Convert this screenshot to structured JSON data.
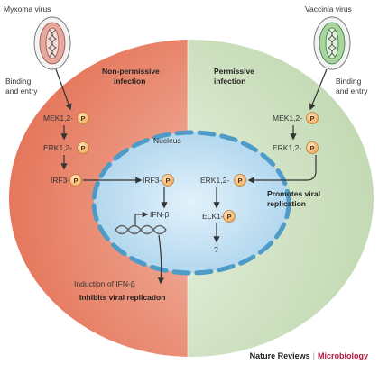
{
  "left": {
    "virus_name": "Myxoma virus",
    "entry_line1": "Binding",
    "entry_line2": "and entry",
    "infection_line1": "Non-permissive",
    "infection_line2": "infection",
    "mek": "MEK1,2-",
    "erk": "ERK1,2-",
    "irf3": "IRF3-",
    "induction": "Induction of IFN-β",
    "inhibits": "Inhibits viral replication"
  },
  "right": {
    "virus_name": "Vaccinia virus",
    "entry_line1": "Binding",
    "entry_line2": "and entry",
    "infection_line1": "Permissive",
    "infection_line2": "infection",
    "mek": "MEK1,2-",
    "erk": "ERK1,2-",
    "promotes_line1": "Promotes viral",
    "promotes_line2": "replication"
  },
  "nucleus": {
    "label": "Nucleus",
    "irf3": "IRF3-",
    "ifn": "IFN-β",
    "erk": "ERK1,2-",
    "elk": "ELK1-",
    "unknown": "?"
  },
  "phospho": "P",
  "footer": {
    "publisher": "Nature Reviews",
    "separator": "|",
    "journal": "Microbiology"
  },
  "colors": {
    "left_cell": "#e98a72",
    "right_cell": "#cfe3c2",
    "nucleus": "#bcdcef",
    "nucleus_border": "#5aa3cc",
    "phospho_fill": "#f7c27e",
    "accent": "#b0163a"
  }
}
